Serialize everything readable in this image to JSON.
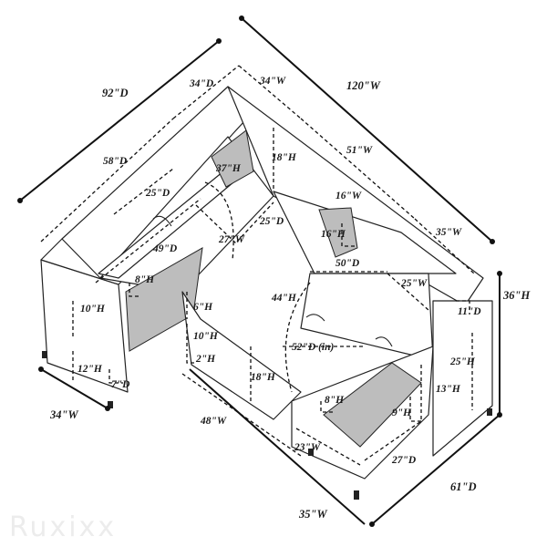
{
  "watermark": "Ruxixx",
  "dimensions": {
    "overall_depth": "92\"D",
    "overall_width": "120\"W",
    "chaise_top_depth": "34\"D",
    "chaise_top_width": "34\"W",
    "back_depth": "58\"D",
    "seat_depth": "25\"D",
    "open_height": "37\"H",
    "corner_height": "18\"H",
    "seat_width_51": "51\"W",
    "pillow_width": "16\"W",
    "pillow_height": "16\"H",
    "right_width": "35\"W",
    "seat_depth_mid": "25\"D",
    "storage_width": "27\"W",
    "storage_depth": "49\"D",
    "arm_height": "36\"H",
    "ottoman_depth": "50\"D",
    "right_seat_width": "25\"W",
    "arm_height_small": "11\"D",
    "left_height": "10\"H",
    "storage_inner_height": "8\"H",
    "gap_height": "6\"H",
    "ottoman_height": "44\"H",
    "storage_inside": "52\"D (in)",
    "cushion_height": "10\"H",
    "leg_height_2": "2\"H",
    "leg_height_12": "12\"H",
    "leg_depth_7": "7\"D",
    "side_height_18": "18\"H",
    "right_side_25": "25\"H",
    "right_side_13": "13\"H",
    "bin_height_8": "8\"H",
    "bin_height_9": "9\"H",
    "left_width_34": "34\"W",
    "chaise_width_48": "48\"W",
    "bin_width_23": "23\"W",
    "bin_depth_27": "27\"D",
    "bottom_width_35": "35\"W",
    "total_depth_61": "61\"D"
  }
}
